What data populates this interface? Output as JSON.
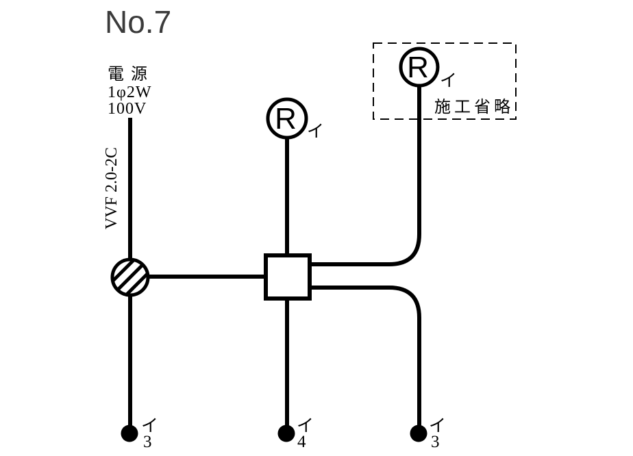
{
  "title": "No.7",
  "power_source": {
    "line1": "電 源",
    "line2": "1φ2W",
    "line3": "100V"
  },
  "cable": {
    "label": "VVF 2.0-2C"
  },
  "omission_area": {
    "label": "施工省略"
  },
  "devices": {
    "lamp_middle": {
      "symbol": "R",
      "circuit": "イ"
    },
    "lamp_top_right": {
      "symbol": "R",
      "circuit": "イ"
    },
    "switch_left": {
      "circuit": "イ",
      "ways": "3"
    },
    "switch_middle": {
      "circuit": "イ",
      "ways": "4"
    },
    "switch_right": {
      "circuit": "イ",
      "ways": "3"
    }
  },
  "colors": {
    "ink": "#000000",
    "title_ink": "#3b3b3b",
    "paper": "#ffffff"
  }
}
